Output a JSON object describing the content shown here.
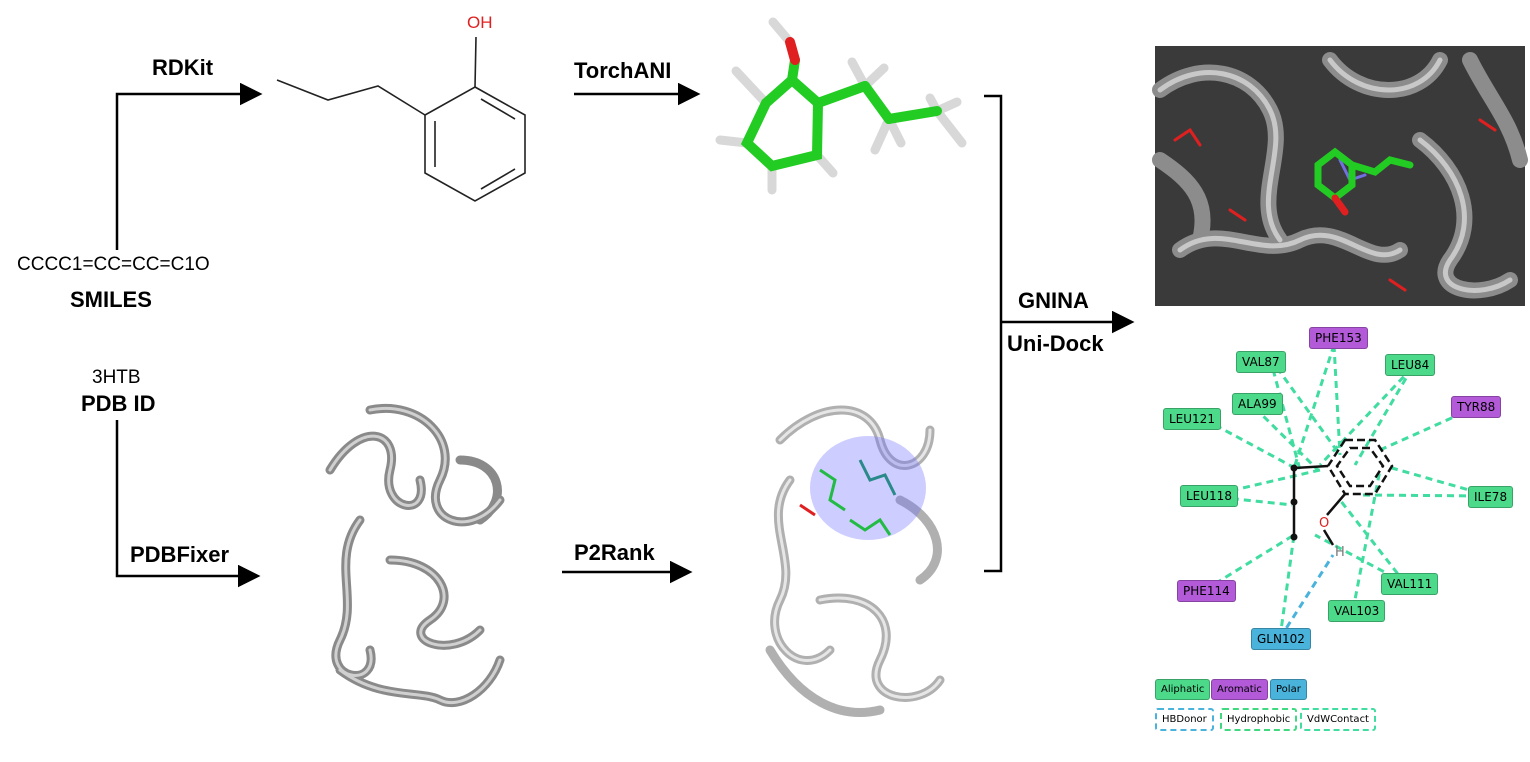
{
  "inputs": {
    "smiles_value": "CCCC1=CC=CC=C1O",
    "smiles_caption": "SMILES",
    "pdb_value": "3HTB",
    "pdb_caption": "PDB ID"
  },
  "steps": {
    "rdkit": "RDKit",
    "torchani": "TorchANI",
    "pdbfixer": "PDBFixer",
    "p2rank": "P2Rank",
    "gnina": "GNINA",
    "unidock": "Uni-Dock"
  },
  "molecule": {
    "oh_label": "OH",
    "o_label": "O",
    "h_label": "H"
  },
  "interaction_diagram": {
    "residues": {
      "phe153": "PHE153",
      "val87": "VAL87",
      "leu84": "LEU84",
      "ala99": "ALA99",
      "tyr88": "TYR88",
      "leu121": "LEU121",
      "leu118": "LEU118",
      "ile78": "ILE78",
      "val111": "VAL111",
      "phe114": "PHE114",
      "val103": "VAL103",
      "gln102": "GLN102"
    },
    "legend": {
      "aliphatic": "Aliphatic",
      "aromatic": "Aromatic",
      "polar": "Polar",
      "hbdonor": "HBDonor",
      "hydrophobic": "Hydrophobic",
      "vdwcontact": "VdWContact"
    }
  },
  "colors": {
    "aliphatic": "#4cd98a",
    "aromatic": "#b35ad8",
    "polar": "#4ab3dc",
    "ligand_carbon": "#22cc22",
    "oxygen": "#e02020",
    "protein_gray": "#9a9a9a",
    "pocket": "#7070ff"
  }
}
